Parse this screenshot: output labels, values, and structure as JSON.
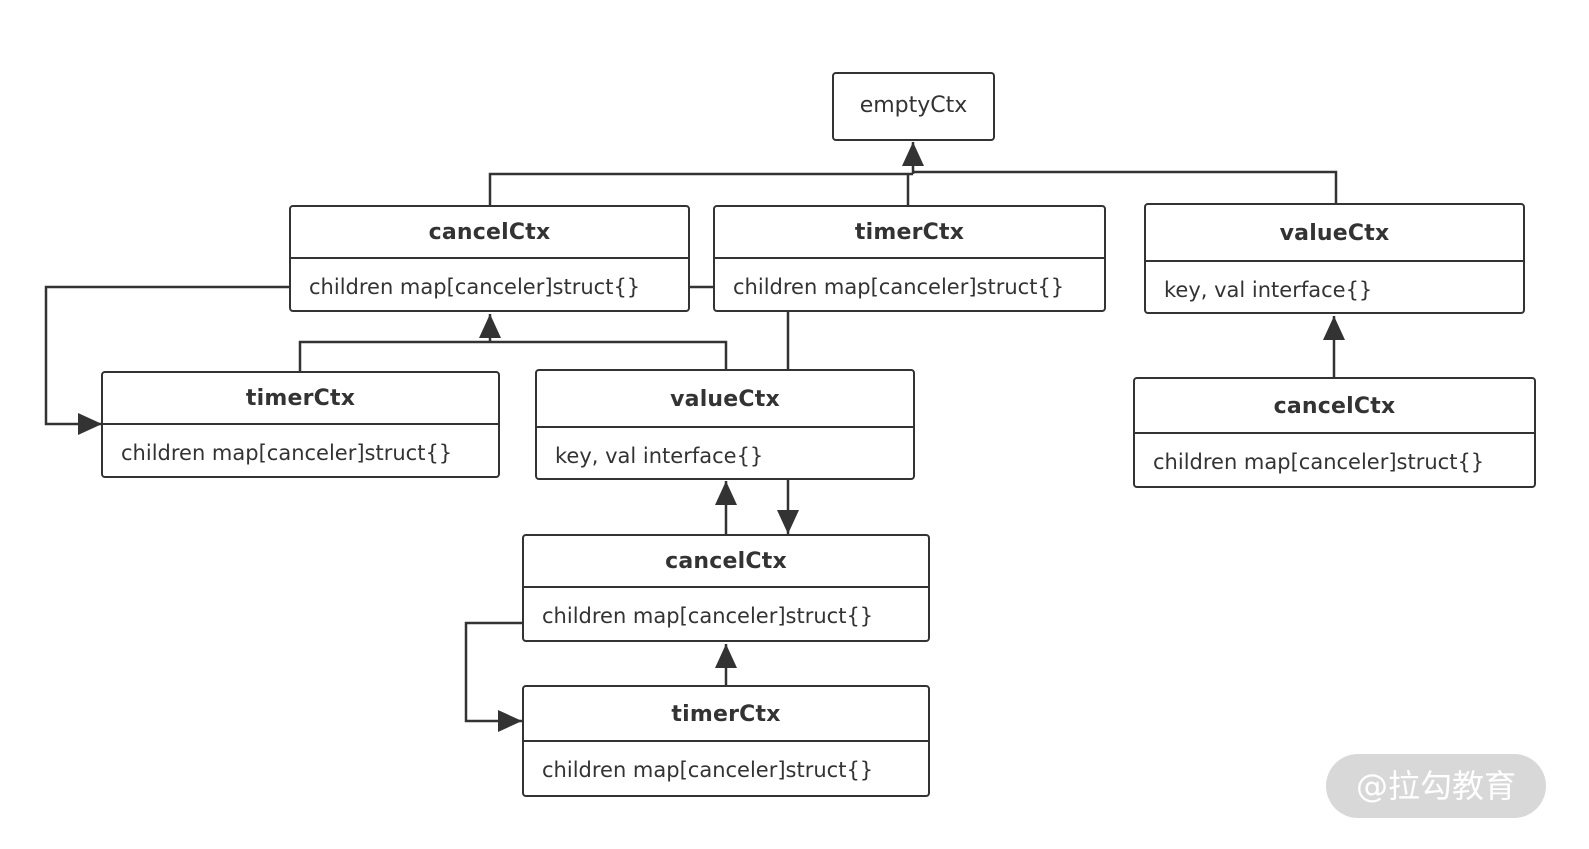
{
  "root": {
    "title": "emptyCtx"
  },
  "nodes": {
    "cancel1": {
      "title": "cancelCtx",
      "field": "children map[canceler]struct{}"
    },
    "timer1": {
      "title": "timerCtx",
      "field": "children map[canceler]struct{}"
    },
    "value1": {
      "title": "valueCtx",
      "field": "key, val interface{}"
    },
    "timer2": {
      "title": "timerCtx",
      "field": "children map[canceler]struct{}"
    },
    "value2": {
      "title": "valueCtx",
      "field": "key, val interface{}"
    },
    "cancel3": {
      "title": "cancelCtx",
      "field": "children map[canceler]struct{}"
    },
    "cancel2": {
      "title": "cancelCtx",
      "field": "children map[canceler]struct{}"
    },
    "timer3": {
      "title": "timerCtx",
      "field": "children map[canceler]struct{}"
    }
  },
  "watermark": "@拉勾教育",
  "colors": {
    "stroke": "#333333",
    "background": "#ffffff",
    "watermark": "#d4d4d4"
  }
}
